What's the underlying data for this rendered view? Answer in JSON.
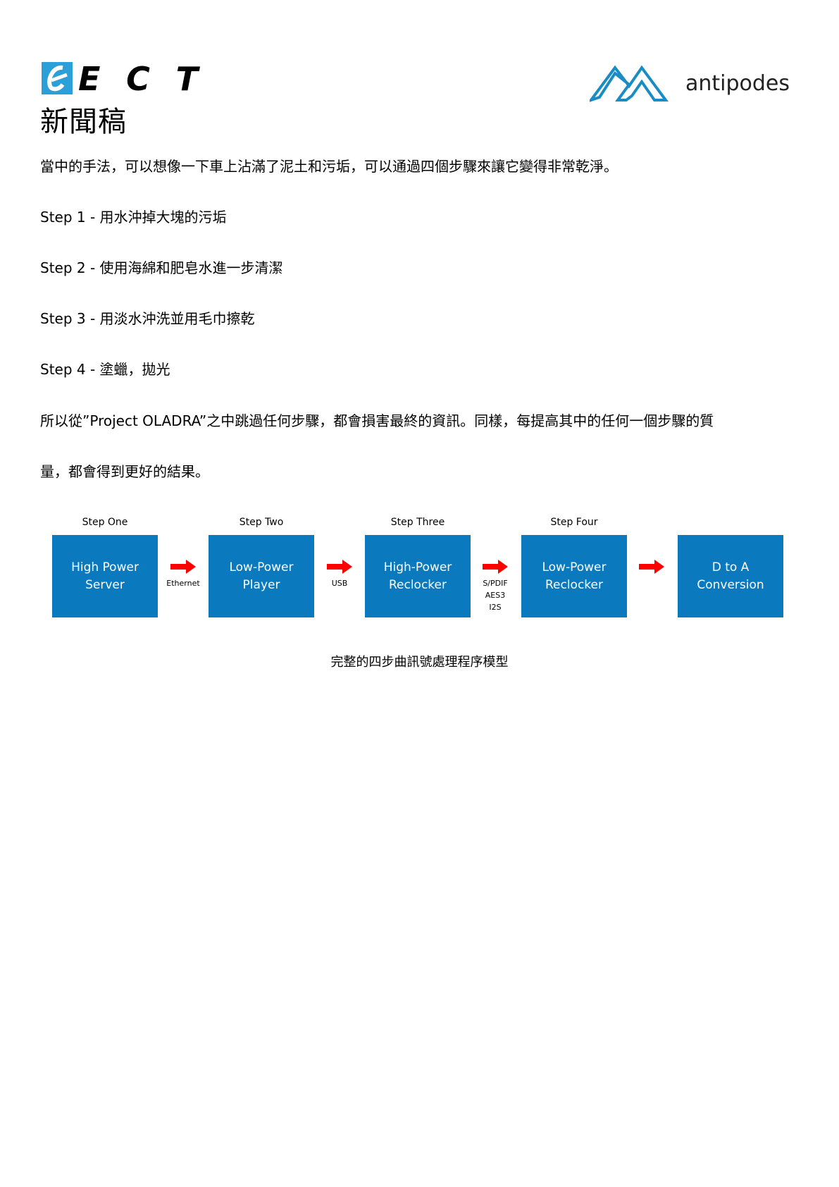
{
  "header": {
    "logo_left": "ECT",
    "title": "新聞稿",
    "logo_right": "antipodes"
  },
  "body": {
    "intro": "當中的手法，可以想像一下車上沾滿了泥土和污垢，可以通過四個步驟來讓它變得非常乾淨。",
    "steps": [
      "Step 1 - 用水沖掉大塊的污垢",
      "Step 2 - 使用海綿和肥皂水進一步清潔",
      "Step 3 - 用淡水沖洗並用毛巾擦乾",
      "Step 4 - 塗蠟，拋光"
    ],
    "conclusion_line1": "所以從”Project OLADRA”之中跳過任何步驟，都會損害最終的資訊。同樣，每提高其中的任何一個步驟的質",
    "conclusion_line2": "量，都會得到更好的結果。"
  },
  "diagram": {
    "step_labels": [
      "Step One",
      "Step Two",
      "Step Three",
      "Step Four"
    ],
    "boxes": [
      [
        "High Power",
        "Server"
      ],
      [
        "Low-Power",
        "Player"
      ],
      [
        "High-Power",
        "Reclocker"
      ],
      [
        "Low-Power",
        "Reclocker"
      ],
      [
        "D to A",
        "Conversion"
      ]
    ],
    "connectors": [
      [
        "Ethernet"
      ],
      [
        "USB"
      ],
      [
        "S/PDIF",
        "AES3",
        "I2S"
      ],
      []
    ],
    "caption": "完整的四步曲訊號處理程序模型",
    "box_color": "#0a79be",
    "arrow_color": "#ff0000"
  }
}
